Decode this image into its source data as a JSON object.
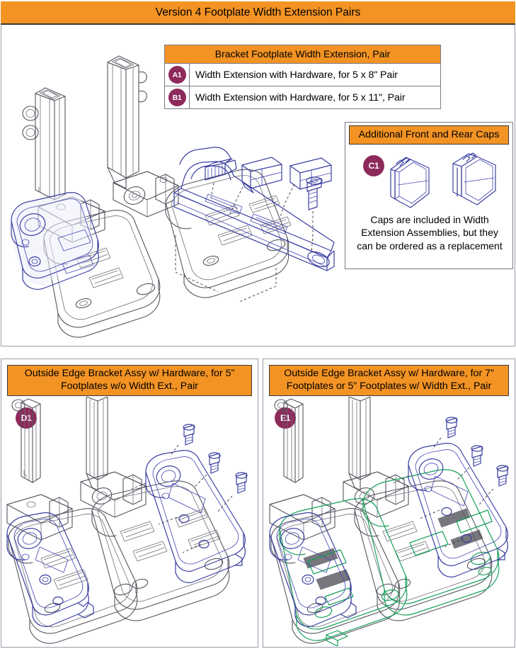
{
  "document": {
    "main_title": "Version 4 Footplate Width Extension Pairs"
  },
  "parts_table": {
    "header": "Bracket Footplate Width Extension, Pair",
    "rows": [
      {
        "ref": "A1",
        "description": "Width Extension with Hardware, for 5 x 8\" Pair"
      },
      {
        "ref": "B1",
        "description": "Width Extension with Hardware, for 5 x 11\", Pair"
      }
    ]
  },
  "caps_box": {
    "header": "Additional Front and Rear Caps",
    "ref": "C1",
    "note": "Caps are included in Width Extension Assemblies, but they can be ordered as a replacement"
  },
  "panels": {
    "left": {
      "header": "Outside Edge Bracket Assy w/ Hardware, for 5” Footplates w/o Width Ext., Pair",
      "ref": "D1"
    },
    "right": {
      "header": "Outside Edge Bracket Assy w/ Hardware, for 7” Footplates or 5” Footplates w/ Width Ext., Pair",
      "ref": "E1"
    }
  },
  "colors": {
    "accent_orange": "#F39324",
    "badge_maroon": "#8E2A5B",
    "highlight_blue": "#3B3FA0",
    "highlight_green": "#17A05A",
    "line_gray": "#55555F",
    "panel_border": "#9A9AA8"
  }
}
